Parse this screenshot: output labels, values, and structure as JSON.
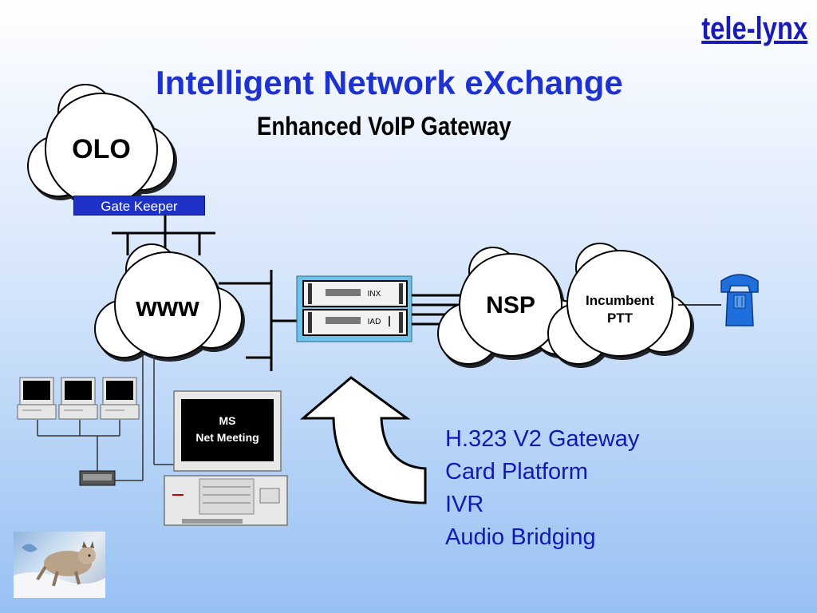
{
  "header": {
    "brand": "tele-lynx",
    "title": "Intelligent Network eXchange",
    "subtitle": "Enhanced VoIP Gateway"
  },
  "nodes": {
    "olo": "OLO",
    "gate_keeper": "Gate Keeper",
    "www": "www",
    "nsp": "NSP",
    "incumbent_line1": "Incumbent",
    "incumbent_line2": "PTT",
    "inx": "INX",
    "iad": "IAD",
    "ms_line1": "MS",
    "ms_line2": "Net Meeting"
  },
  "features": [
    "H.323 V2 Gateway",
    "Card Platform",
    "IVR",
    "Audio Bridging"
  ],
  "colors": {
    "title": "#1e32d2",
    "brand": "#1a1ab4",
    "gatekeeper": "#1e32c8",
    "features": "#1218b4",
    "phone": "#1e6edc"
  }
}
